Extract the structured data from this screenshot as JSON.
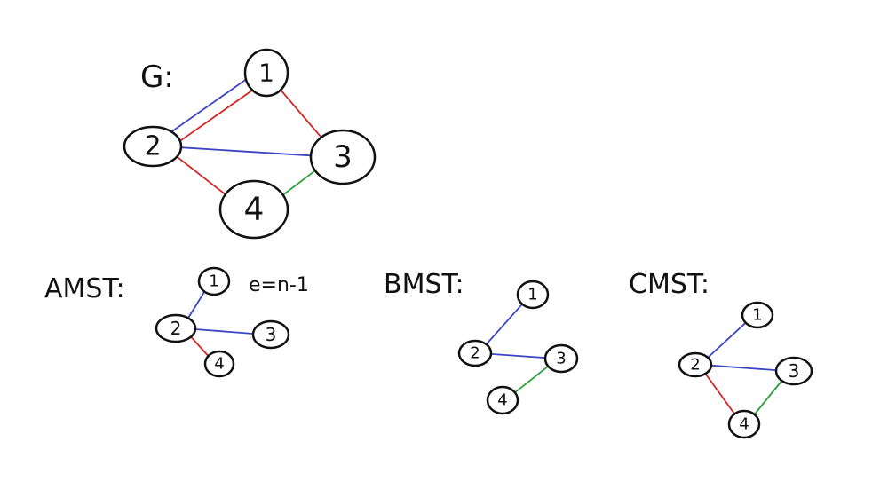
{
  "colors": {
    "red": "#d42424",
    "blue": "#3b45c4",
    "green": "#2e9e3a",
    "ink": "#111111"
  },
  "graphs": [
    {
      "id": "G",
      "label": "G:",
      "note": "",
      "nodes": [
        {
          "id": "1",
          "label": "1"
        },
        {
          "id": "2",
          "label": "2"
        },
        {
          "id": "3",
          "label": "3"
        },
        {
          "id": "4",
          "label": "4"
        }
      ],
      "edges": [
        {
          "from": "1",
          "to": "2",
          "color": "red"
        },
        {
          "from": "1",
          "to": "2",
          "color": "blue"
        },
        {
          "from": "1",
          "to": "3",
          "color": "red"
        },
        {
          "from": "2",
          "to": "3",
          "color": "blue"
        },
        {
          "from": "2",
          "to": "4",
          "color": "red"
        },
        {
          "from": "3",
          "to": "4",
          "color": "green"
        }
      ]
    },
    {
      "id": "AMST",
      "label": "AMST:",
      "note": "e=n-1",
      "nodes": [
        {
          "id": "1",
          "label": "1"
        },
        {
          "id": "2",
          "label": "2"
        },
        {
          "id": "3",
          "label": "3"
        },
        {
          "id": "4",
          "label": "4"
        }
      ],
      "edges": [
        {
          "from": "1",
          "to": "2",
          "color": "blue"
        },
        {
          "from": "2",
          "to": "3",
          "color": "blue"
        },
        {
          "from": "2",
          "to": "4",
          "color": "red"
        }
      ]
    },
    {
      "id": "BMST",
      "label": "BMST:",
      "note": "",
      "nodes": [
        {
          "id": "1",
          "label": "1"
        },
        {
          "id": "2",
          "label": "2"
        },
        {
          "id": "3",
          "label": "3"
        },
        {
          "id": "4",
          "label": "4"
        }
      ],
      "edges": [
        {
          "from": "1",
          "to": "2",
          "color": "blue"
        },
        {
          "from": "2",
          "to": "3",
          "color": "blue"
        },
        {
          "from": "3",
          "to": "4",
          "color": "green"
        }
      ]
    },
    {
      "id": "CMST",
      "label": "CMST:",
      "note": "",
      "nodes": [
        {
          "id": "1",
          "label": "1"
        },
        {
          "id": "2",
          "label": "2"
        },
        {
          "id": "3",
          "label": "3"
        },
        {
          "id": "4",
          "label": "4"
        }
      ],
      "edges": [
        {
          "from": "1",
          "to": "2",
          "color": "blue"
        },
        {
          "from": "2",
          "to": "3",
          "color": "blue"
        },
        {
          "from": "2",
          "to": "4",
          "color": "red"
        },
        {
          "from": "3",
          "to": "4",
          "color": "green"
        }
      ]
    }
  ]
}
